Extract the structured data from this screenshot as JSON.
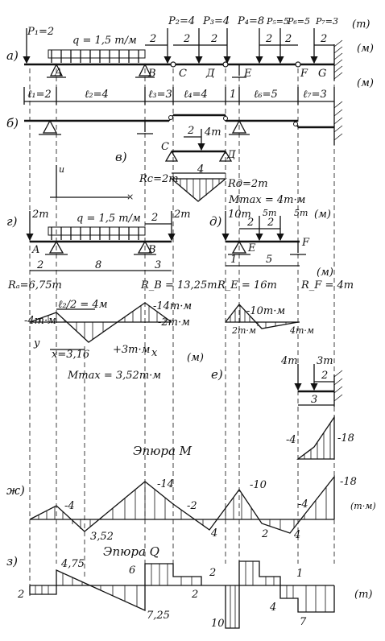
{
  "section_a": {
    "tag": "а)",
    "loads": [
      "P₁=2",
      "q = 1,5 т/м",
      "P₂=4",
      "P₃=4",
      "P₄=8",
      "P₅=5",
      "P₆=5",
      "P₇=3"
    ],
    "units_t": "(т)",
    "units_m1": "(м)",
    "units_m2": "(м)",
    "load_spacings": [
      "2",
      "2",
      "2",
      "2",
      "2",
      "2"
    ],
    "points": [
      "A",
      "B",
      "C",
      "Д",
      "E",
      "F",
      "G"
    ],
    "spans": [
      "ℓ₁=2",
      "ℓ₂=4",
      "ℓ₃=3",
      "ℓ₄=4",
      "1",
      "ℓ₆=5",
      "ℓ₇=3"
    ]
  },
  "section_b": {
    "tag": "б)"
  },
  "section_v": {
    "tag": "в)",
    "axis_label": "и",
    "dim": "2",
    "load": "4т",
    "points": [
      "C",
      "Д"
    ],
    "span": "4",
    "rc": "Rc=2т",
    "rd": "Rд=2т",
    "mmax": "Mmax = 4т·м"
  },
  "section_g": {
    "tag": "г)",
    "left_load": "2т",
    "q": "q = 1,5 т/м",
    "right_load": "2т",
    "dim_top": "2",
    "points": [
      "A",
      "B"
    ],
    "dims": [
      "2",
      "8",
      "3"
    ],
    "ra": "Rₐ=6,75т",
    "rb": "R_B = 13,25т"
  },
  "section_d": {
    "tag": "д)",
    "loads": [
      "10т",
      "5т",
      "5т"
    ],
    "units": "(м)",
    "dims_top": [
      "2",
      "2"
    ],
    "points": [
      "E",
      "F"
    ],
    "dims": [
      "1",
      "5"
    ],
    "units2": "(м)",
    "re": "R_E = 16т",
    "rf": "R_F = 4т"
  },
  "moment_g": {
    "labels": [
      "-4т·м",
      "ℓ₂/2 = 4м",
      "-14т·м",
      "-2т·м",
      "+3т·м",
      "y",
      "x=3,16",
      "x",
      "(м)",
      "Mmax = 3,52т·м"
    ]
  },
  "moment_d": {
    "labels": [
      "-10т·м",
      "2т·м",
      "4т·м"
    ]
  },
  "section_e": {
    "tag": "е)",
    "loads": [
      "4т",
      "3т"
    ],
    "dims": [
      "2",
      "3"
    ],
    "values": [
      "-4",
      "-18"
    ]
  },
  "diagram_m": {
    "title": "Эпюра M",
    "tag": "ж)",
    "units": "(т·м)",
    "values": [
      "-4",
      "3,52",
      "-14",
      "-2",
      "4",
      "-10",
      "2",
      "4",
      "-4",
      "-18"
    ]
  },
  "diagram_q": {
    "title": "Эпюра Q",
    "tag": "з)",
    "units": "(т)",
    "values": [
      "2",
      "4,75",
      "6",
      "7,25",
      "2",
      "2",
      "10",
      "1",
      "4",
      "7"
    ]
  }
}
